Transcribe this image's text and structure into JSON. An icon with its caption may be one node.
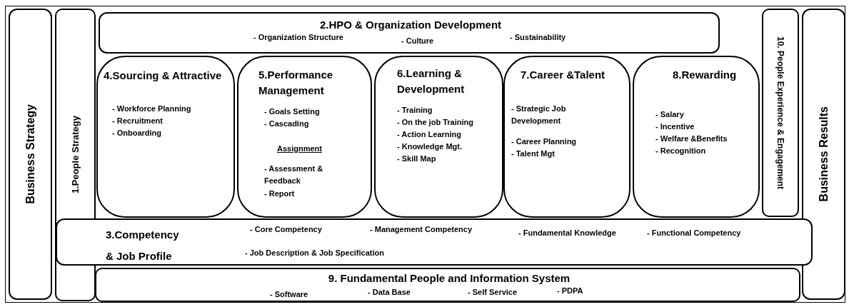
{
  "diagram": {
    "nodes": [
      {
        "text": [
          "Business Strategy"
        ]
      },
      {
        "text": [
          "1.People  Strategy"
        ]
      },
      {
        "text": [
          "2.HPO & Organization Development",
          "- Organization Structure",
          "- Culture",
          "- Sustainability"
        ]
      },
      {
        "text": [
          "4.Sourcing & Attractive",
          "- Workforce   Planning",
          "- Recruitment",
          "- Onboarding"
        ]
      },
      {
        "text": [
          "5.Performance Management",
          "- Goals Setting",
          "-  Cascading",
          "Assignment",
          "- Assessment & Feedback",
          "- Report"
        ]
      },
      {
        "text": [
          "6.Learning & Development",
          "- Training",
          "- On the job Training",
          "- Action Learning",
          "- Knowledge Mgt.",
          "- Skill Map"
        ]
      },
      {
        "text": [
          "7.Career &Talent",
          "- Strategic Job Development",
          "- Career Planning",
          "- Talent Mgt"
        ]
      },
      {
        "text": [
          "8.Rewarding",
          "- Salary",
          "- Incentive",
          "- Welfare &Benefits",
          "- Recognition"
        ]
      },
      {
        "text": [
          "10. People Experience & Engagement"
        ]
      },
      {
        "text": [
          "Business Results"
        ]
      },
      {
        "text": [
          "3.Competency & Job Profile",
          "- Core Competency",
          "- Management Competency",
          "- Fundamental Knowledge",
          "- Functional Competency",
          "- Job Description & Job Specification"
        ]
      },
      {
        "text": [
          "9. Fundamental People and Information System",
          "- Software",
          "- Data Base",
          "- Self Service",
          "- PDPA"
        ]
      }
    ]
  }
}
